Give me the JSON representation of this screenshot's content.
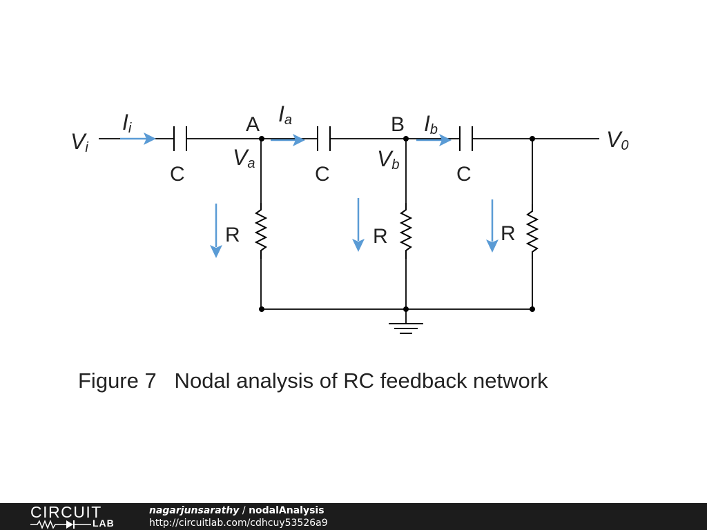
{
  "diagram": {
    "labels": {
      "vi_main": "V",
      "vi_sub": "i",
      "ii_main": "I",
      "ii_sub": "i",
      "node_a": "A",
      "ia_main": "I",
      "ia_sub": "a",
      "node_b": "B",
      "ib_main": "I",
      "ib_sub": "b",
      "v0_main": "V",
      "v0_sub": "0",
      "va_main": "V",
      "va_sub": "a",
      "vb_main": "V",
      "vb_sub": "b",
      "cap1": "C",
      "cap2": "C",
      "cap3": "C",
      "res1": "R",
      "res2": "R",
      "res3": "R"
    },
    "caption": "Figure 7   Nodal analysis of RC feedback network",
    "colors": {
      "wire": "#000000",
      "current_arrow": "#5a9bd5",
      "text": "#222222"
    }
  },
  "footer": {
    "logo_text": "CIRCUIT",
    "logo_lab": "LAB",
    "author": "nagarjunsarathy",
    "separator": " / ",
    "title": "nodalAnalysis",
    "url": "http://circuitlab.com/cdhcuy53526a9",
    "background": "#1c1c1c"
  }
}
